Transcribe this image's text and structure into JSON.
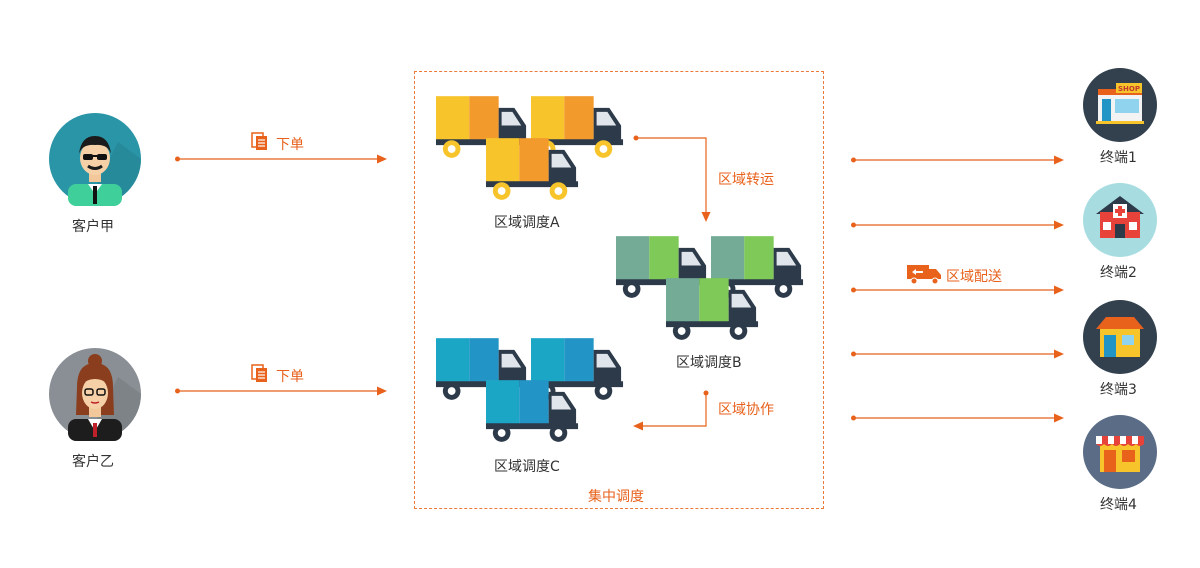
{
  "customers": [
    {
      "label": "客户甲",
      "order_label": "下单"
    },
    {
      "label": "客户乙",
      "order_label": "下单"
    }
  ],
  "dispatch": {
    "title": "集中调度",
    "regions": [
      {
        "label": "区域调度A",
        "color_main": "#f7c52b",
        "color_side": "#f39a2c"
      },
      {
        "label": "区域调度B",
        "color_main": "#74ab97",
        "color_side": "#7ec957"
      },
      {
        "label": "区域调度C",
        "color_main": "#1ba6c6",
        "color_side": "#2294c6"
      }
    ],
    "transfer_label": "区域转运",
    "coop_label": "区域协作"
  },
  "delivery_label": "区域配送",
  "terminals": [
    {
      "label": "终端1"
    },
    {
      "label": "终端2"
    },
    {
      "label": "终端3"
    },
    {
      "label": "终端4"
    }
  ],
  "colors": {
    "accent": "#e8621c",
    "navy": "#2d3a4a"
  }
}
